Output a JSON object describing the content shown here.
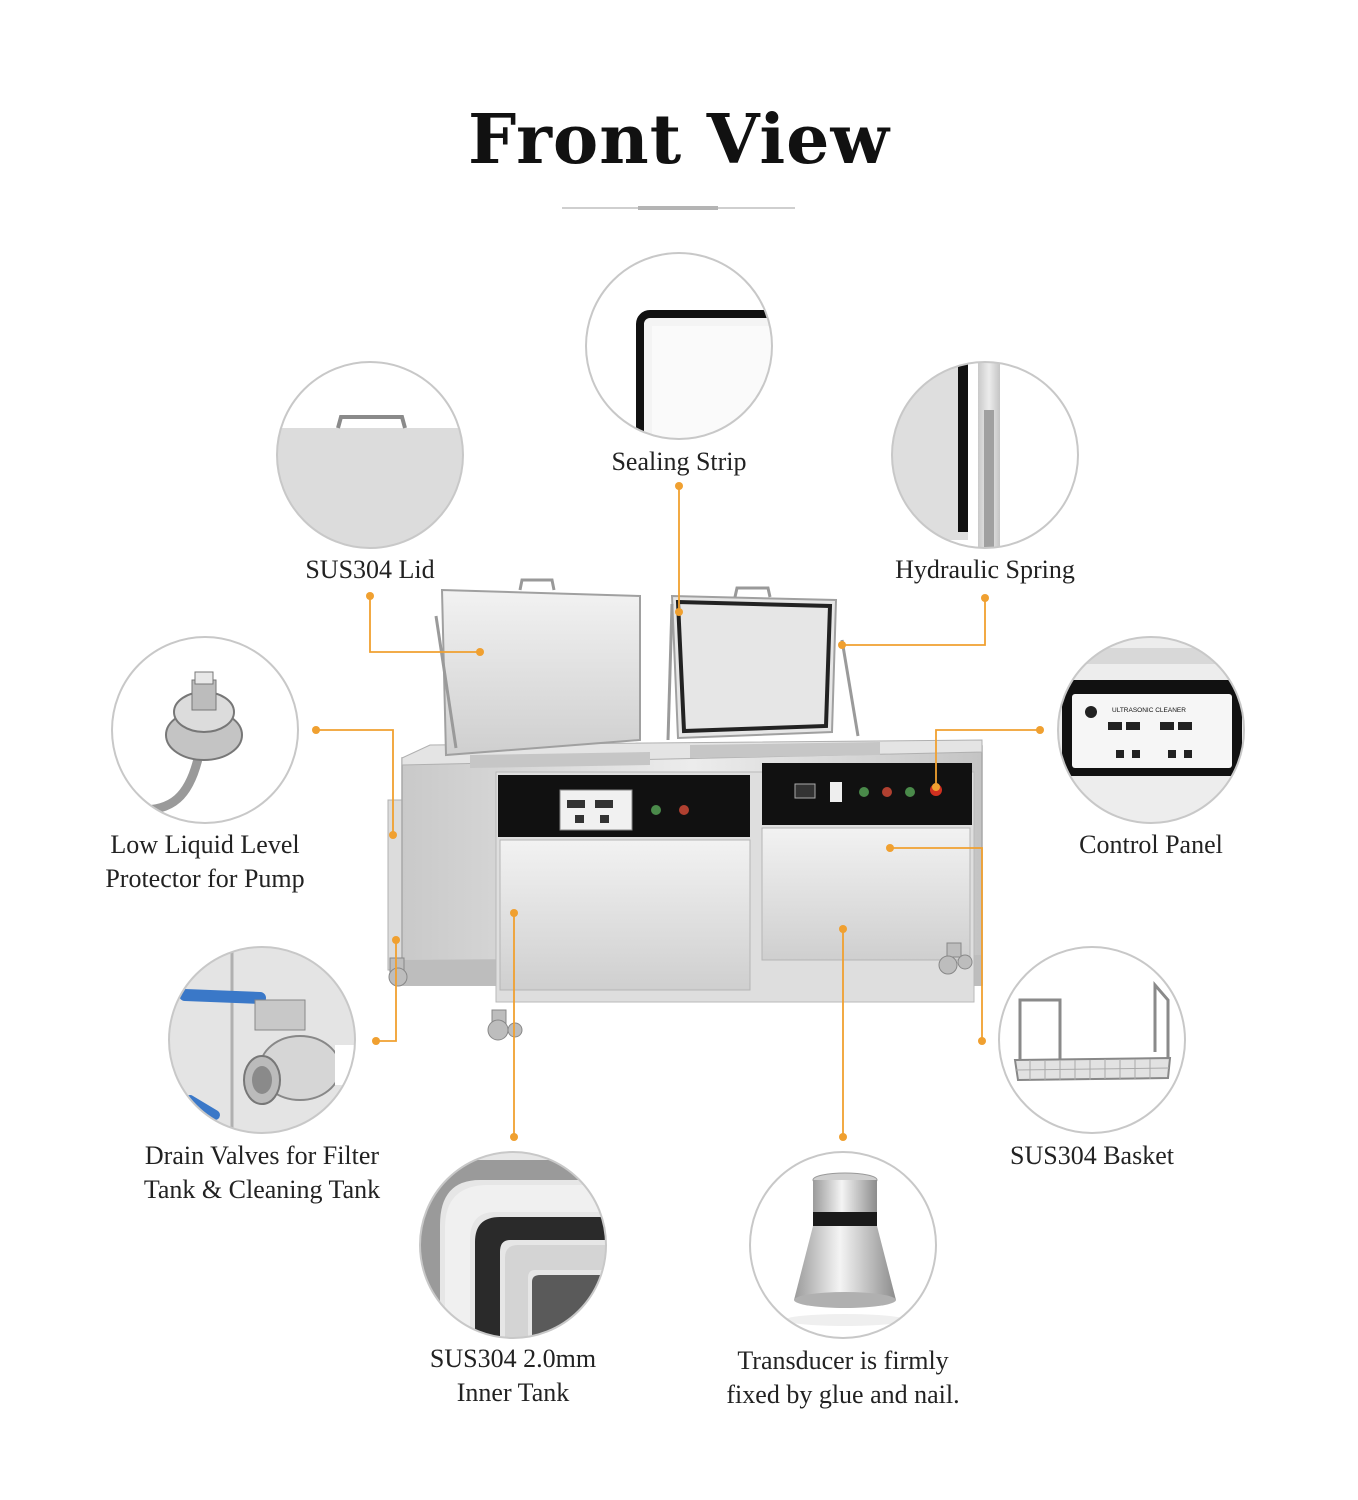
{
  "title": "Front View",
  "labels": {
    "sealing_strip": "Sealing Strip",
    "lid": "SUS304 Lid",
    "hydraulic_spring": "Hydraulic Spring",
    "low_level_line1": "Low Liquid Level",
    "low_level_line2": "Protector for Pump",
    "control_panel": "Control Panel",
    "drain_line1": "Drain Valves for Filter",
    "drain_line2": "Tank & Cleaning Tank",
    "basket": "SUS304 Basket",
    "inner_tank_line1": "SUS304 2.0mm",
    "inner_tank_line2": "Inner Tank",
    "transducer_line1": "Transducer is firmly",
    "transducer_line2": "fixed by glue and nail."
  },
  "panel_text": {
    "brand": "ULTRASONIC CLEANER"
  },
  "colors": {
    "leader": "#f0a030",
    "circle_stroke": "#c8c8c8",
    "steel": "#d9d9d9",
    "panel": "#111111"
  }
}
